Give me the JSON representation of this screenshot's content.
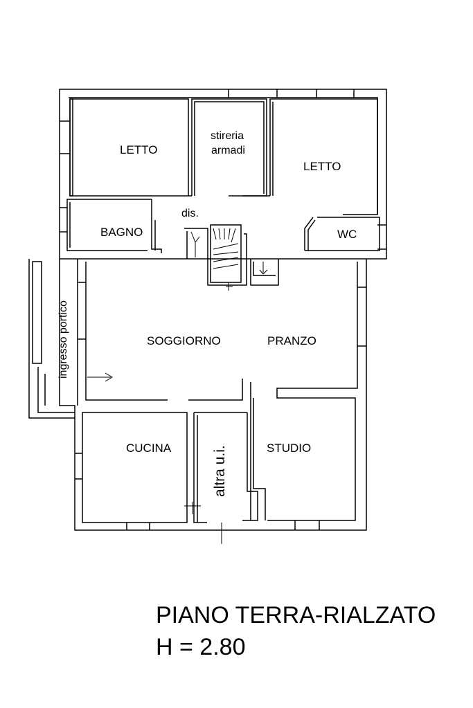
{
  "rooms": {
    "letto_left": "LETTO",
    "stireria_1": "stireria",
    "stireria_2": "armadi",
    "letto_right": "LETTO",
    "dis": "dis.",
    "bagno": "BAGNO",
    "wc": "WC",
    "ingresso": "ingresso portico",
    "soggiorno": "SOGGIORNO",
    "pranzo": "PRANZO",
    "cucina": "CUCINA",
    "altra": "altra u.i.",
    "studio": "STUDIO"
  },
  "caption": {
    "title": "PIANO TERRA-RIALZATO",
    "height": "H = 2.80"
  }
}
